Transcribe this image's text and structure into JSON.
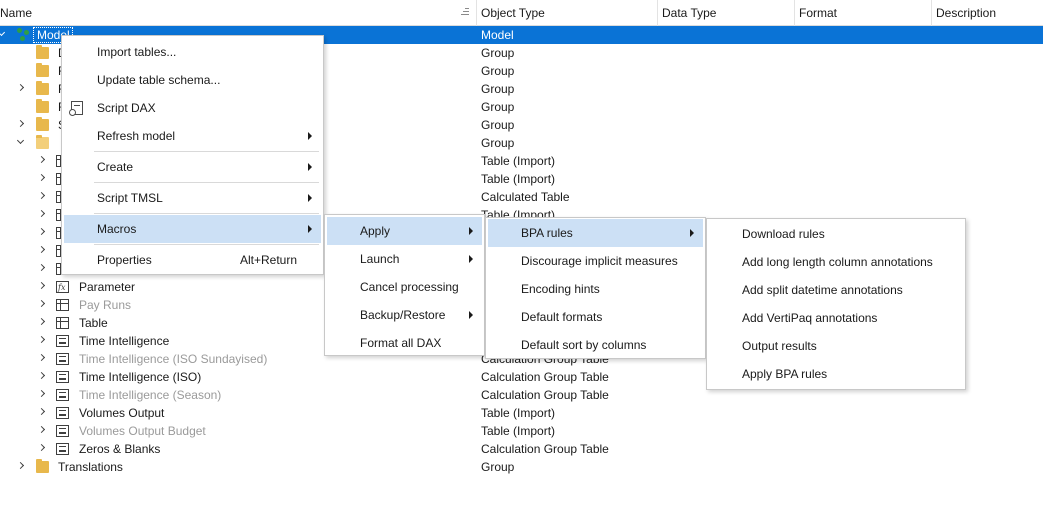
{
  "columns": [
    "Name",
    "Object Type",
    "Data Type",
    "Format",
    "Description"
  ],
  "rows": [
    {
      "name": "Model",
      "type": "Model"
    },
    {
      "name": "D",
      "type": "Group"
    },
    {
      "name": "F",
      "type": "Group"
    },
    {
      "name": "F",
      "type": "Group"
    },
    {
      "name": "F",
      "type": "Group"
    },
    {
      "name": "S",
      "type": "Group"
    },
    {
      "name": "",
      "type": "Group"
    },
    {
      "name": "",
      "type": "Table (Import)"
    },
    {
      "name": "",
      "type": "Table (Import)"
    },
    {
      "name": "",
      "type": "Calculated Table"
    },
    {
      "name": "",
      "type": "Table (Import)"
    },
    {
      "name": "",
      "type": ""
    },
    {
      "name": "",
      "type": ""
    },
    {
      "name": "",
      "type": ""
    },
    {
      "name": "Parameter",
      "type": ""
    },
    {
      "name": "Pay Runs",
      "type": ""
    },
    {
      "name": "Table",
      "type": ""
    },
    {
      "name": "Time Intelligence",
      "type": ""
    },
    {
      "name": "Time Intelligence (ISO Sundayised)",
      "type": "Calculation Group Table"
    },
    {
      "name": "Time Intelligence (ISO)",
      "type": "Calculation Group Table"
    },
    {
      "name": "Time Intelligence (Season)",
      "type": "Calculation Group Table"
    },
    {
      "name": "Volumes Output",
      "type": "Table (Import)"
    },
    {
      "name": "Volumes Output Budget",
      "type": "Table (Import)"
    },
    {
      "name": "Zeros & Blanks",
      "type": "Calculation Group Table"
    },
    {
      "name": "Translations",
      "type": "Group"
    }
  ],
  "context_menu": {
    "items": [
      {
        "label": "Import tables..."
      },
      {
        "label": "Update table schema..."
      },
      {
        "label": "Script DAX"
      },
      {
        "label": "Refresh model"
      },
      {
        "label": "Create"
      },
      {
        "label": "Script TMSL"
      },
      {
        "label": "Macros"
      },
      {
        "label": "Properties",
        "shortcut": "Alt+Return"
      }
    ]
  },
  "macros_menu": {
    "items": [
      {
        "label": "Apply"
      },
      {
        "label": "Launch"
      },
      {
        "label": "Cancel processing"
      },
      {
        "label": "Backup/Restore"
      },
      {
        "label": "Format all DAX"
      }
    ]
  },
  "apply_menu": {
    "items": [
      {
        "label": "BPA rules"
      },
      {
        "label": "Discourage implicit measures"
      },
      {
        "label": "Encoding hints"
      },
      {
        "label": "Default formats"
      },
      {
        "label": "Default sort by columns"
      }
    ]
  },
  "bpa_menu": {
    "items": [
      {
        "label": "Download rules"
      },
      {
        "label": "Add long length column annotations"
      },
      {
        "label": "Add split datetime annotations"
      },
      {
        "label": "Add VertiPaq annotations"
      },
      {
        "label": "Output results"
      },
      {
        "label": "Apply BPA rules"
      }
    ]
  },
  "colors": {
    "selection": "#0a73d6",
    "menu_highlight": "#cce0f5",
    "folder": "#e8b84c"
  }
}
